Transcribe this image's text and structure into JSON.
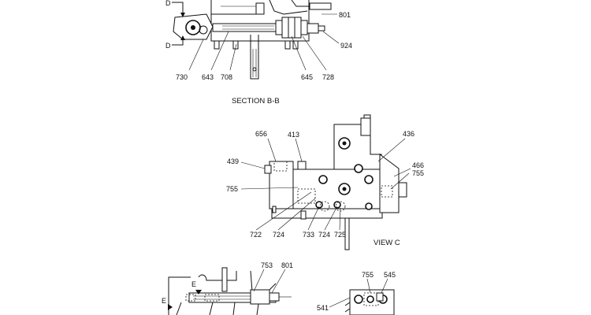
{
  "section_bb": {
    "caption": "SECTION B-B",
    "section_marks": [
      "D",
      "D"
    ],
    "labels": [
      "801",
      "924",
      "730",
      "643",
      "708",
      "645",
      "728"
    ]
  },
  "view_c": {
    "caption": "VIEW C",
    "labels": [
      "656",
      "413",
      "436",
      "439",
      "466",
      "755",
      "755",
      "722",
      "724",
      "733",
      "724",
      "725"
    ]
  },
  "bottom_left": {
    "labels": [
      "753",
      "801"
    ],
    "section_marks": [
      "E",
      "E"
    ]
  },
  "bottom_right": {
    "labels": [
      "755",
      "545",
      "541"
    ]
  }
}
